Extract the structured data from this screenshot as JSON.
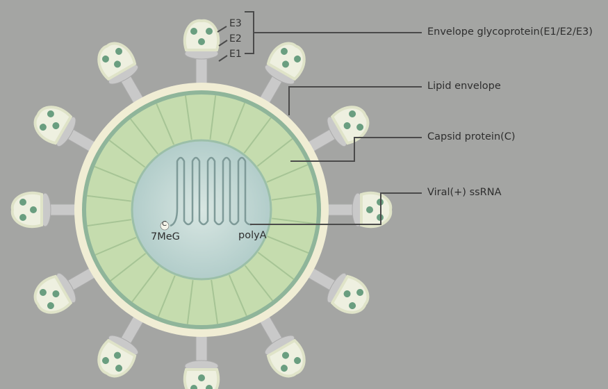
{
  "labels": {
    "envelope_glycoprotein": "Envelope glycoprotein(E1/E2/E3)",
    "lipid_envelope": "Lipid envelope",
    "capsid_protein": "Capsid protein(C)",
    "viral_rna": "Viral(+) ssRNA",
    "e3": "E3",
    "e2": "E2",
    "e1": "E1",
    "cap_symbol": "C",
    "cap": "7MeG",
    "polya": "polyA"
  },
  "colors": {
    "background": "#a4a5a3",
    "envelope": "#f0edd4",
    "membrane": "#8fb59a",
    "capsid": "#c5dcae",
    "core": "#c3d6d4",
    "spike_head": "#eef0e0",
    "spike_dot": "#6a9e80",
    "stalk": "#c9c9c9",
    "line": "#4a4a4a"
  }
}
